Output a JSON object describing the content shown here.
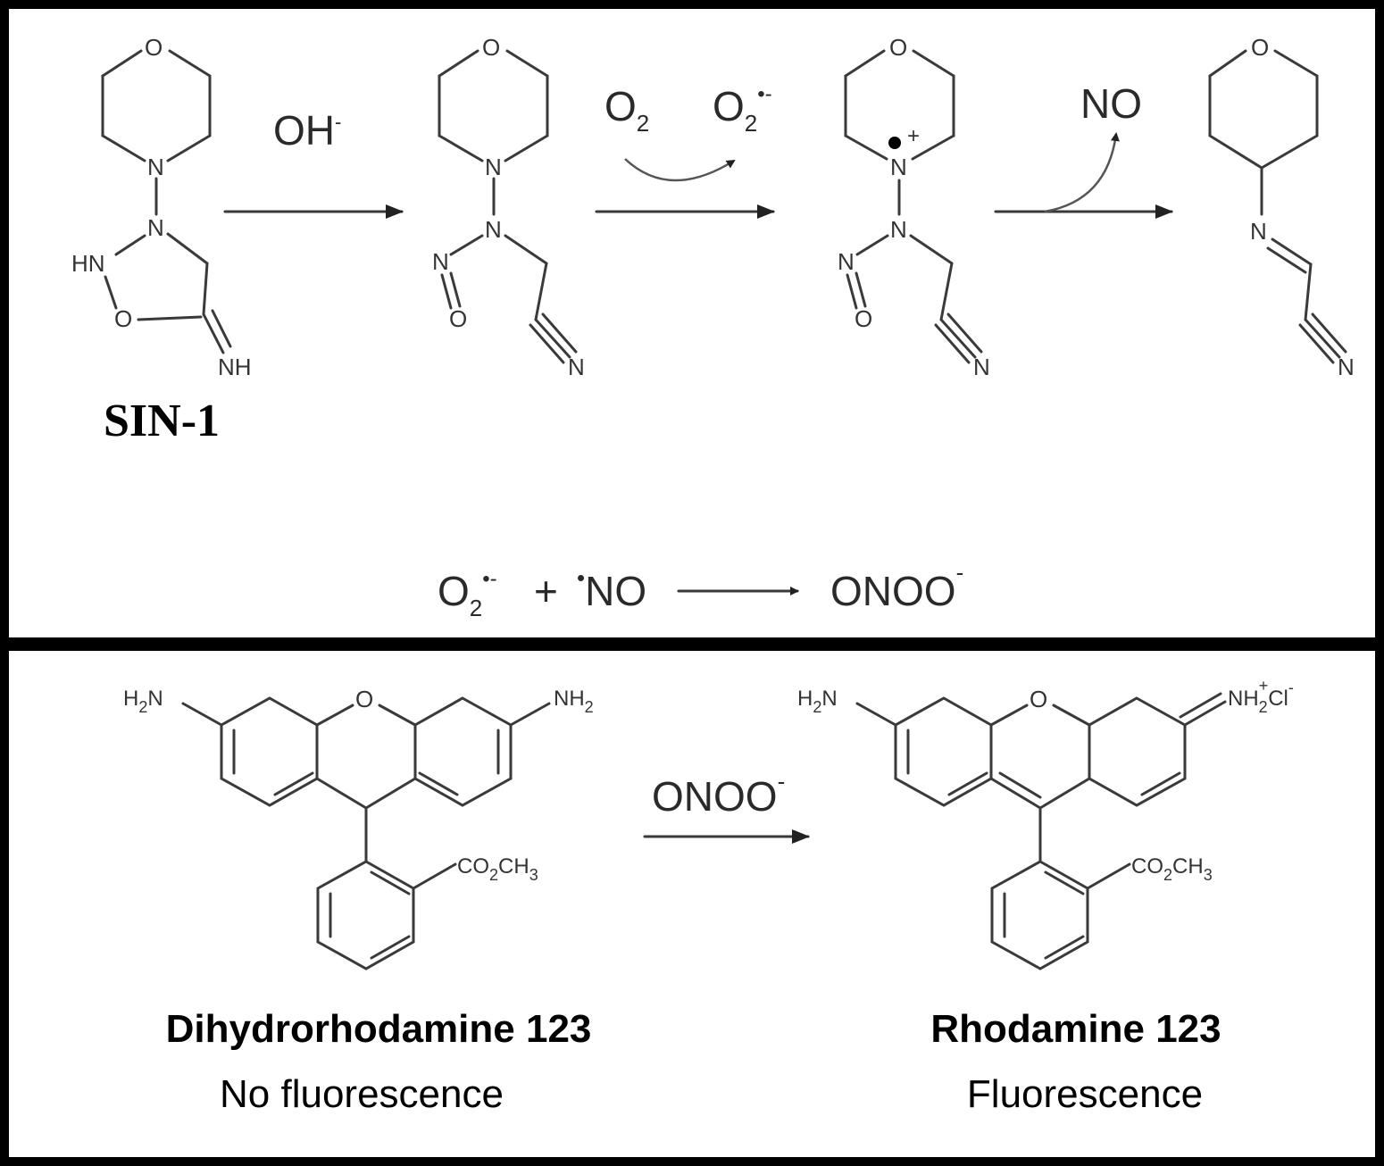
{
  "top_panel": {
    "sin1_label": "SIN-1",
    "step1_reagent": "OH",
    "step1_reagent_charge": "-",
    "step2_in": "O",
    "step2_in_sub": "2",
    "step2_out": "O",
    "step2_out_sub": "2",
    "step2_out_sup": "•-",
    "step3_release": "NO",
    "overall_reaction": {
      "reactant1": "O",
      "reactant1_sub": "2",
      "reactant1_sup": "•-",
      "plus": "+",
      "reactant2_radical": "•",
      "reactant2": "NO",
      "product": "ONOO",
      "product_charge": "-"
    }
  },
  "bottom_panel": {
    "reagent": "ONOO",
    "reagent_charge": "-",
    "left_compound": {
      "name": "Dihydrorhodamine 123",
      "property": "No fluorescence",
      "amine_left": "H",
      "amine_left_sub": "2",
      "amine_left_n": "N",
      "amine_right": "NH",
      "amine_right_sub": "2",
      "ester": "CO",
      "ester_sub": "2",
      "ester_tail": "CH",
      "ester_tail_sub": "3",
      "ring_o": "O"
    },
    "right_compound": {
      "name": "Rhodamine 123",
      "property": "Fluorescence",
      "amine_left": "H",
      "amine_left_sub": "2",
      "amine_left_n": "N",
      "iminium": "NH",
      "iminium_sub": "2",
      "iminium_plus": "+",
      "counterion": "Cl",
      "counterion_charge": "-",
      "ester": "CO",
      "ester_sub": "2",
      "ester_tail": "CH",
      "ester_tail_sub": "3",
      "ring_o": "O"
    }
  },
  "atoms": {
    "O": "O",
    "N": "N",
    "HN": "HN",
    "NH": "NH",
    "plus": "+"
  }
}
